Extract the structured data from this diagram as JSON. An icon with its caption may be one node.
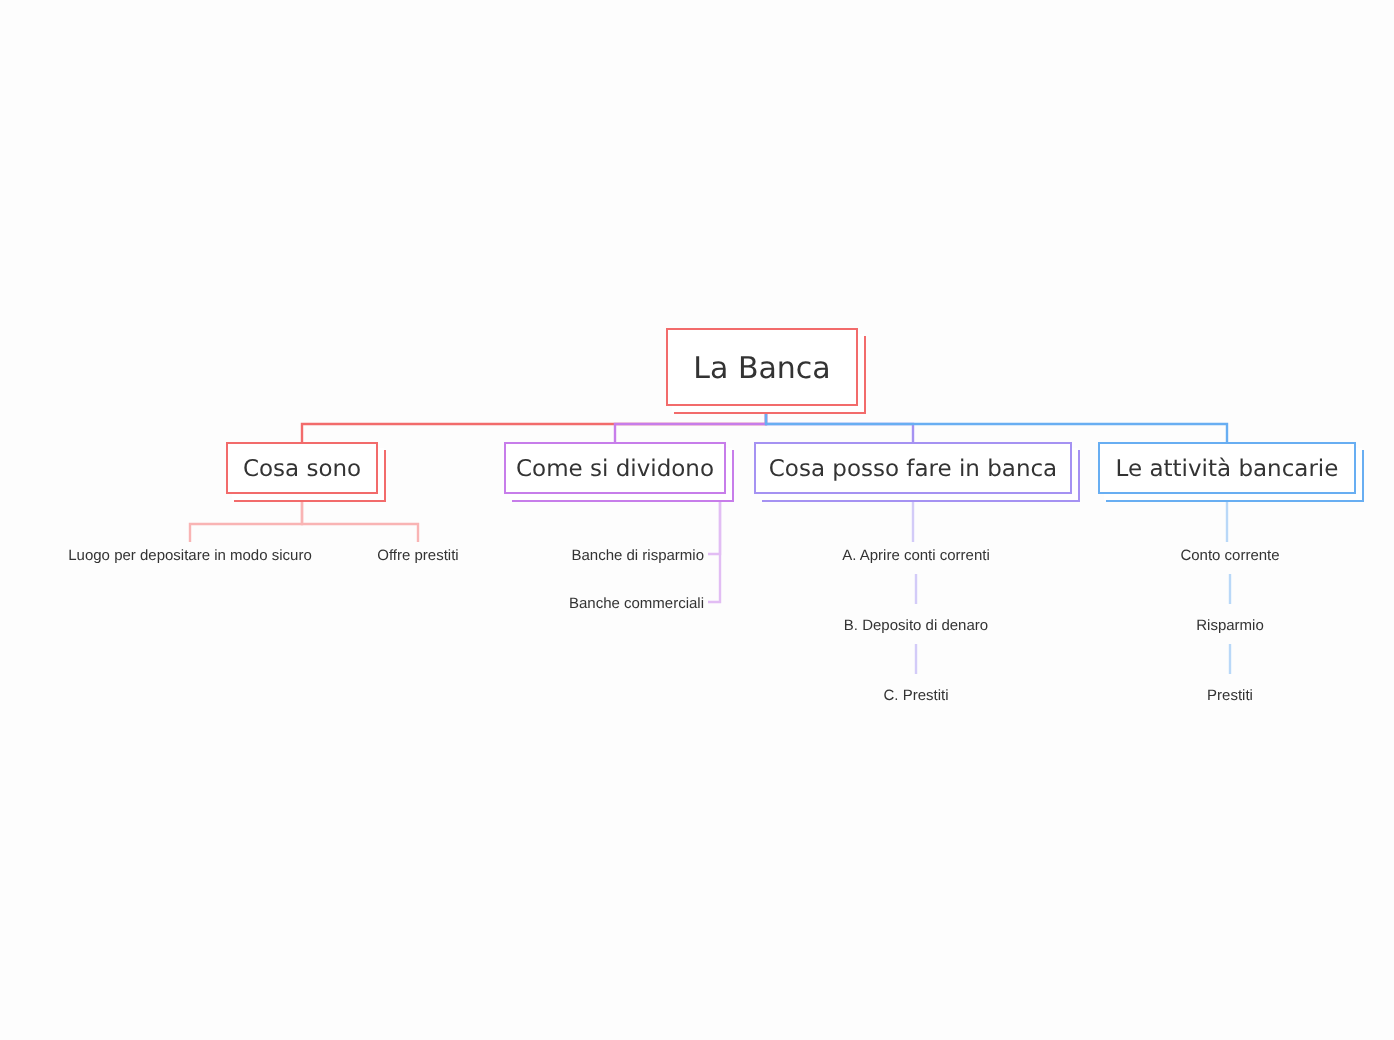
{
  "diagram": {
    "nodes": [
      {
        "text": [
          "La Banca"
        ]
      },
      {
        "text": [
          "Cosa sono"
        ]
      },
      {
        "text": [
          "Come si dividono"
        ]
      },
      {
        "text": [
          "Cosa posso fare in banca"
        ]
      },
      {
        "text": [
          "Le attività bancarie"
        ]
      },
      {
        "text": [
          "Luogo per depositare in modo sicuro"
        ]
      },
      {
        "text": [
          "Offre prestiti"
        ]
      },
      {
        "text": [
          "Banche di risparmio"
        ]
      },
      {
        "text": [
          "Banche commerciali"
        ]
      },
      {
        "text": [
          "A. Aprire conti correnti"
        ]
      },
      {
        "text": [
          "B. Deposito di denaro"
        ]
      },
      {
        "text": [
          "C. Prestiti"
        ]
      },
      {
        "text": [
          "Conto corrente"
        ]
      },
      {
        "text": [
          "Risparmio"
        ]
      },
      {
        "text": [
          "Prestiti"
        ]
      }
    ],
    "edges": [
      {
        "from": 0,
        "to": 1,
        "arrow": "none",
        "color": "#f26b6b"
      },
      {
        "from": 0,
        "to": 2,
        "arrow": "none",
        "color": "#c77dea"
      },
      {
        "from": 0,
        "to": 3,
        "arrow": "none",
        "color": "#a592f2"
      },
      {
        "from": 0,
        "to": 4,
        "arrow": "none",
        "color": "#68aef2"
      },
      {
        "from": 1,
        "to": 5,
        "arrow": "none",
        "color": "#f9b4b4"
      },
      {
        "from": 1,
        "to": 6,
        "arrow": "none",
        "color": "#f9b4b4"
      },
      {
        "from": 2,
        "to": 7,
        "arrow": "none",
        "color": "#e2bdf4"
      },
      {
        "from": 2,
        "to": 8,
        "arrow": "none",
        "color": "#e2bdf4"
      },
      {
        "from": 3,
        "to": 9,
        "arrow": "none",
        "color": "#d3cbf8"
      },
      {
        "from": 9,
        "to": 10,
        "arrow": "none",
        "color": "#d3cbf8"
      },
      {
        "from": 10,
        "to": 11,
        "arrow": "none",
        "color": "#d3cbf8"
      },
      {
        "from": 4,
        "to": 12,
        "arrow": "none",
        "color": "#b9d8f8"
      },
      {
        "from": 12,
        "to": 13,
        "arrow": "none",
        "color": "#b9d8f8"
      },
      {
        "from": 13,
        "to": 14,
        "arrow": "none",
        "color": "#b9d8f8"
      }
    ]
  }
}
